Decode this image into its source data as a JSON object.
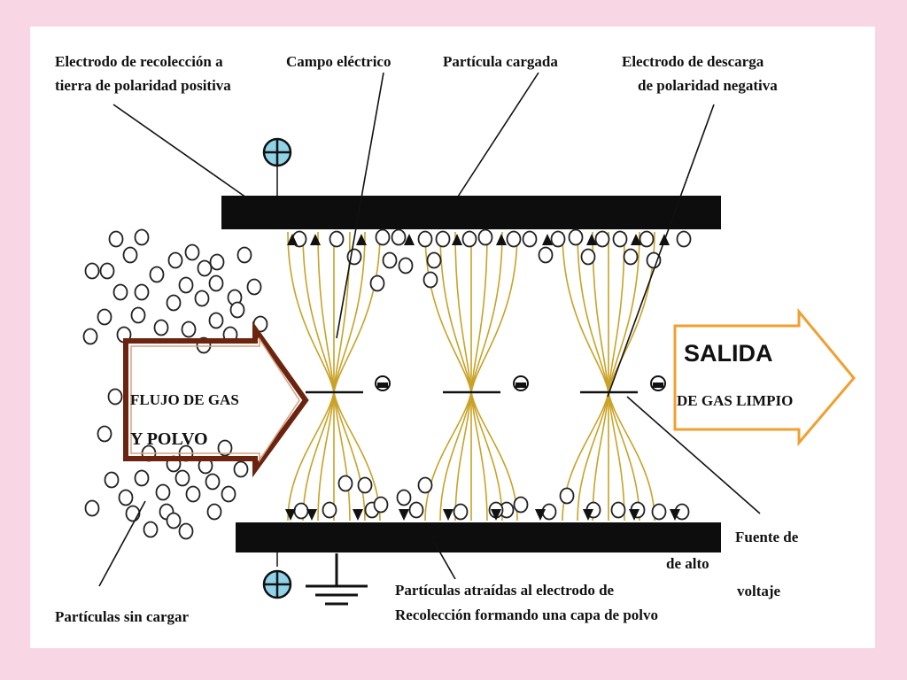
{
  "labels": {
    "collector_line1": "Electrodo de recolección a",
    "collector_line2": "tierra de polaridad positiva",
    "field": "Campo eléctrico",
    "charged": "Partícula cargada",
    "discharge_line1": "Electrodo de descarga",
    "discharge_line2": "de polaridad negativa",
    "flow_line1": "FLUJO DE GAS",
    "flow_line2": "Y POLVO",
    "exit_line1": "SALIDA",
    "exit_line2": "DE GAS LIMPIO",
    "source_line1": "Fuente de",
    "source_line2": "de alto",
    "source_line3": "voltaje",
    "attracted_line1": "Partículas atraídas al electrodo de",
    "attracted_line2": "Recolección formando una capa de polvo",
    "uncharged": "Partículas sin cargar"
  },
  "colors": {
    "background": "#f8d6e3",
    "panel": "#ffffff",
    "electrode": "#0d0d0d",
    "field_lines": "#c9a227",
    "inlet_arrow": "#6b2410",
    "outlet_arrow": "#f0a030",
    "plus_symbol": "#8fd3e8"
  },
  "icons": [
    "plus-symbol-icon",
    "ground-symbol-icon",
    "charged-particle-icon"
  ]
}
